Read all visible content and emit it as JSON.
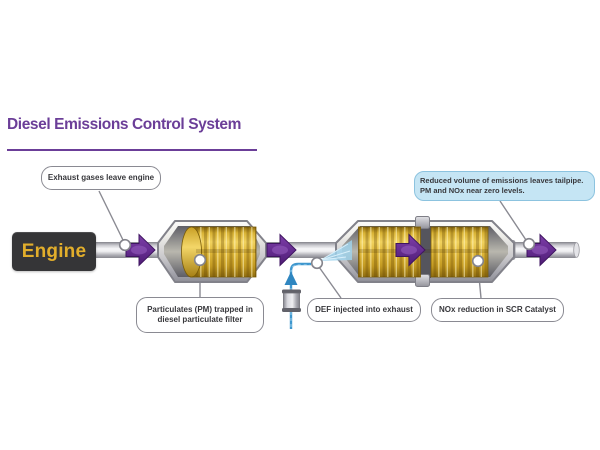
{
  "title": "Diesel Emissions Control System",
  "engine": {
    "label": "Engine"
  },
  "callouts": {
    "exhaust": {
      "text": "Exhaust gases leave engine"
    },
    "pm": {
      "line1": "Particulates (PM) trapped in",
      "line2": "diesel particulate filter"
    },
    "def": {
      "text": "DEF injected into exhaust"
    },
    "nox": {
      "text": "NOx reduction in SCR Catalyst"
    },
    "tailpipe": {
      "line1": "Reduced volume of emissions leaves tailpipe.",
      "line2": "PM and NOx near zero levels."
    }
  },
  "flow_direction": "left-to-right",
  "colors": {
    "title_purple": "#6B3E98",
    "arrow_purple": "#662D91",
    "engine_bg": "#353537",
    "engine_text": "#E2AE2B",
    "filter_gold": "#DDB235",
    "def_blue": "#3F97CE",
    "tailpipe_note_bg": "#C5E5F4",
    "tailpipe_note_border": "#8CC3DF",
    "callout_border": "#8A8A92",
    "label_text": "#38383C"
  }
}
